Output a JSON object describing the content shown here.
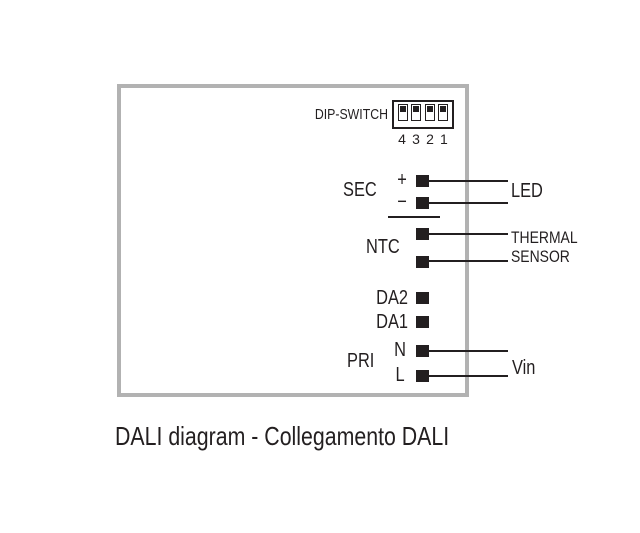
{
  "diagram": {
    "caption": "DALI diagram - Collegamento DALI",
    "dip_switch": {
      "label": "DIP-SWITCH",
      "positions": [
        "4",
        "3",
        "2",
        "1"
      ]
    },
    "terminals": {
      "sec": {
        "label": "SEC",
        "plus": "+",
        "minus": "−"
      },
      "ntc": {
        "label": "NTC"
      },
      "da2": {
        "label": "DA2"
      },
      "da1": {
        "label": "DA1"
      },
      "pri": {
        "label": "PRI",
        "n": "N",
        "l": "L"
      }
    },
    "outputs": {
      "led": "LED",
      "thermal_line1": "THERMAL",
      "thermal_line2": "SENSOR",
      "vin": "Vin"
    },
    "colors": {
      "line": "#231f20",
      "box_border": "#b2b2b2",
      "background": "#ffffff"
    }
  }
}
